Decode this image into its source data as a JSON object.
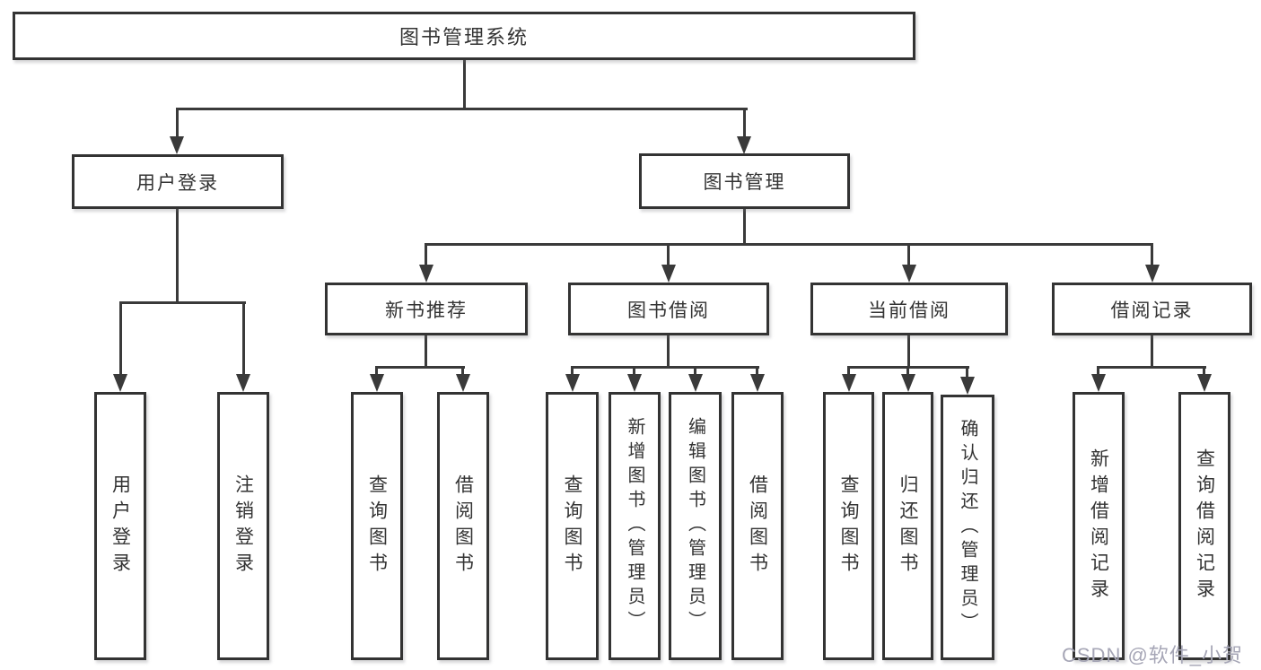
{
  "colors": {
    "box_border": "#333333",
    "connector_line": "#3a3a3a",
    "text": "#333333",
    "watermark_text": "#a6a6b6",
    "background": "#ffffff"
  },
  "diagram": {
    "root": {
      "label": "图书管理系统"
    },
    "branches": [
      {
        "label": "用户登录",
        "children": [
          {
            "label": "用户登录"
          },
          {
            "label": "注销登录"
          }
        ]
      },
      {
        "label": "图书管理",
        "children": [
          {
            "label": "新书推荐",
            "children": [
              {
                "label": "查询图书"
              },
              {
                "label": "借阅图书"
              }
            ]
          },
          {
            "label": "图书借阅",
            "children": [
              {
                "label": "查询图书"
              },
              {
                "label": "新增图书（管理员）"
              },
              {
                "label": "编辑图书（管理员）"
              },
              {
                "label": "借阅图书"
              }
            ]
          },
          {
            "label": "当前借阅",
            "children": [
              {
                "label": "查询图书"
              },
              {
                "label": "归还图书"
              },
              {
                "label": "确认归还（管理员）"
              }
            ]
          },
          {
            "label": "借阅记录",
            "children": [
              {
                "label": "新增借阅记录"
              },
              {
                "label": "查询借阅记录"
              }
            ]
          }
        ]
      }
    ]
  },
  "watermark": {
    "text": "CSDN @软件_小贺同学"
  }
}
